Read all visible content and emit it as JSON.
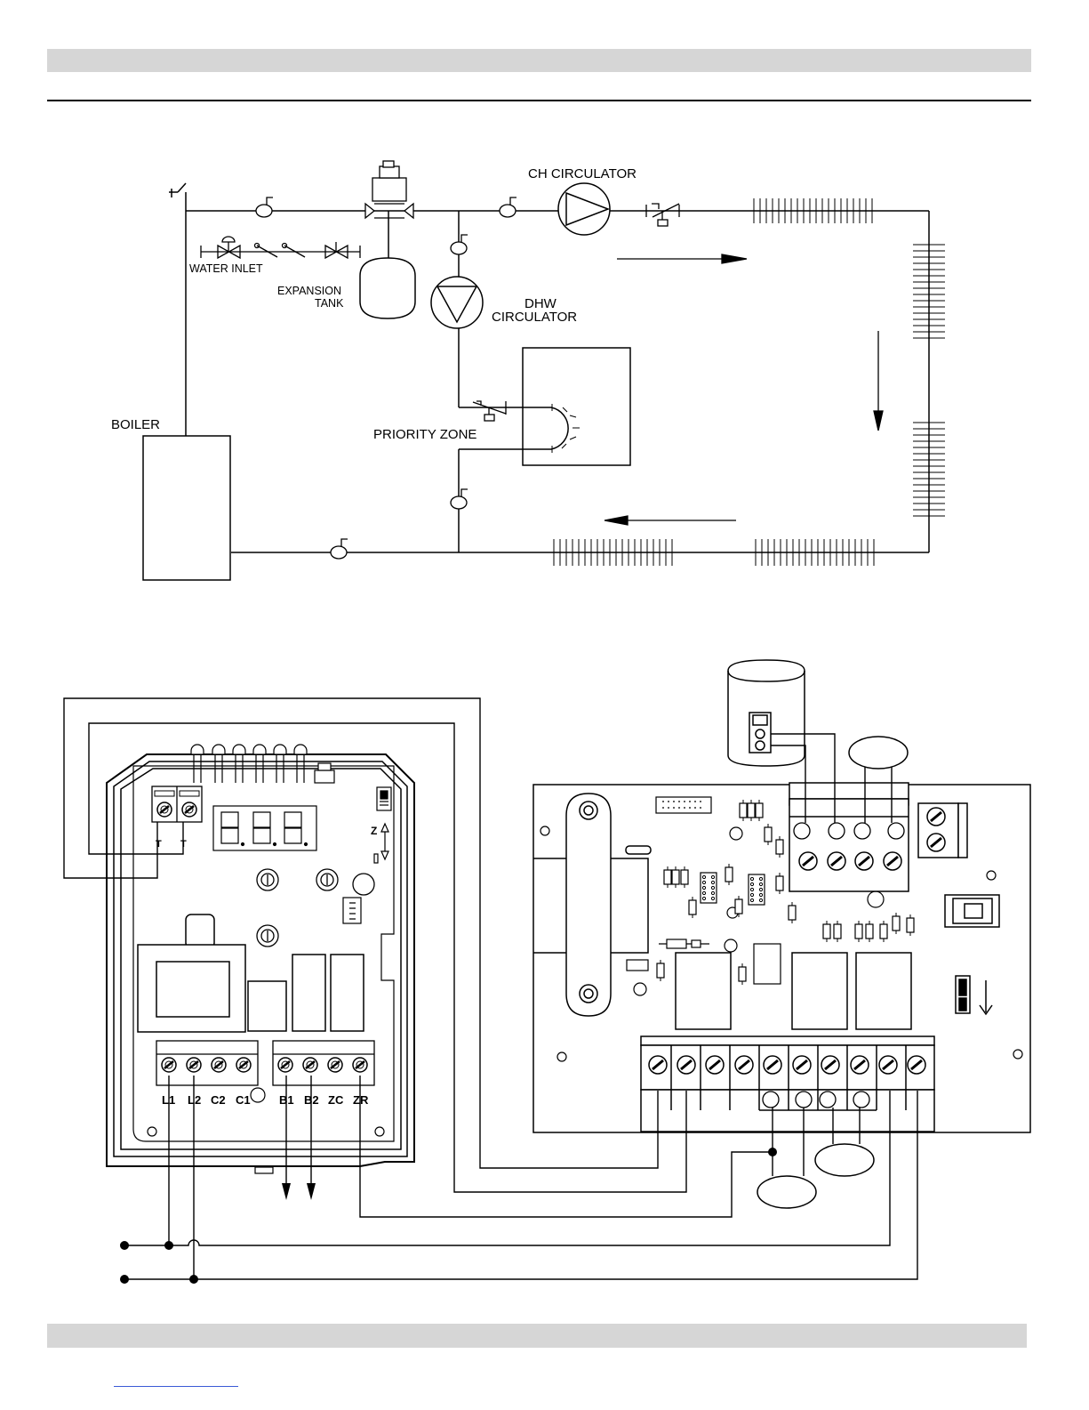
{
  "piping": {
    "labels": {
      "ch_circulator": "CH CIRCULATOR",
      "water_inlet": "WATER INLET",
      "expansion_l1": "EXPANSION",
      "expansion_l2": "TANK",
      "dhw_l1": "DHW",
      "dhw_l2": "CIRCULATOR",
      "boiler": "BOILER",
      "priority_zone": "PRIORITY ZONE"
    }
  },
  "wiring": {
    "zone_control_terminals": [
      "L1",
      "L2",
      "C2",
      "C1",
      "B1",
      "B2",
      "ZC",
      "ZR"
    ],
    "thermostat_marks": [
      "T",
      "T"
    ],
    "zone_mark": "Z"
  }
}
